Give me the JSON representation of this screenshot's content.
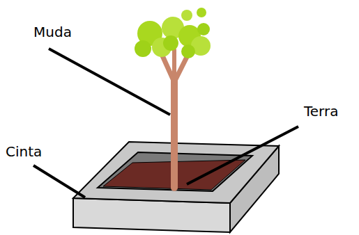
{
  "diagram": {
    "labels": [
      "Muda",
      "Terra",
      "Cinta"
    ]
  }
}
